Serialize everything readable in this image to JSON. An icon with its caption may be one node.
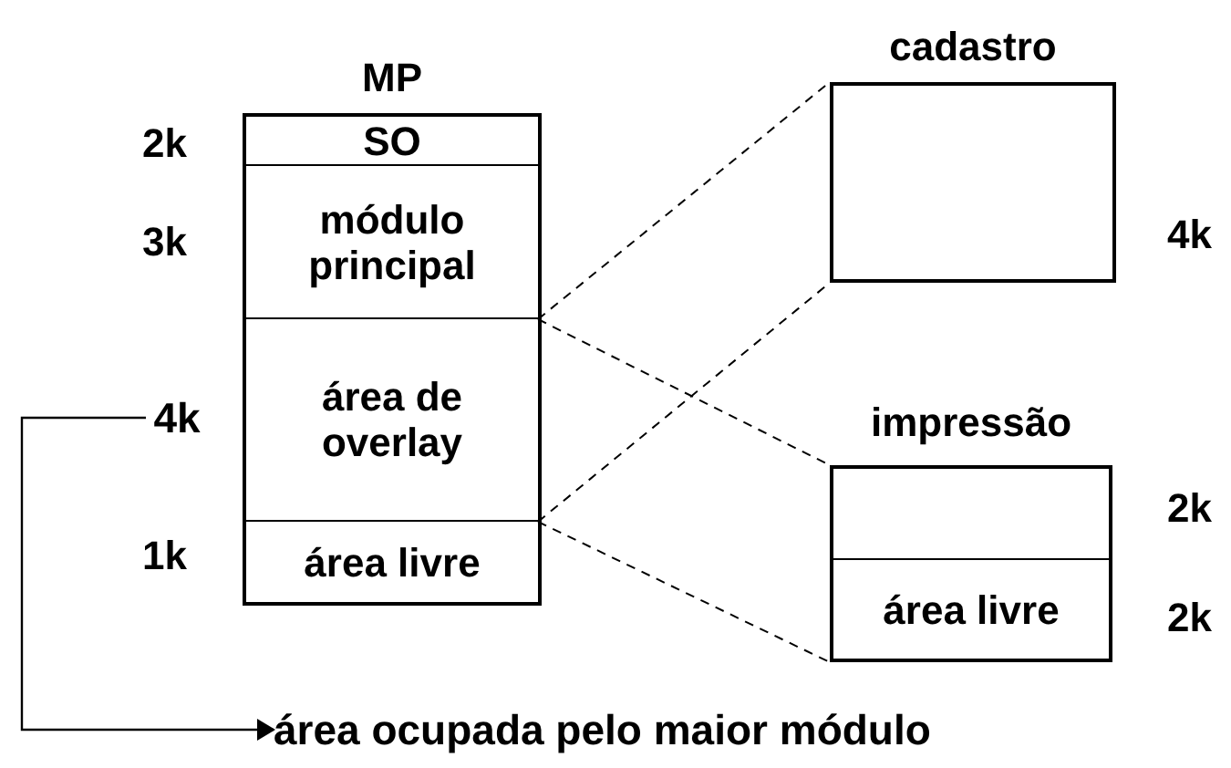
{
  "diagram": {
    "nodes": [
      {
        "text": [
          "MP"
        ]
      },
      {
        "text": [
          "SO"
        ],
        "in": 0
      },
      {
        "text": [
          "módulo principal"
        ],
        "in": 0
      },
      {
        "text": [
          "área de overlay"
        ],
        "in": 0
      },
      {
        "text": [
          "área livre"
        ],
        "in": 0
      },
      {
        "text": [
          "cadastro"
        ]
      },
      {
        "text": [
          "impressão"
        ]
      },
      {
        "text": [],
        "shape": "box",
        "in": 6
      },
      {
        "text": [
          "área livre"
        ],
        "in": 6
      },
      {
        "text": [
          "4k"
        ]
      },
      {
        "text": [
          "área ocupada pelo maior módulo"
        ]
      }
    ],
    "edges": [
      {
        "from": 3,
        "to": 5,
        "arrow": "none",
        "style": "dashed"
      },
      {
        "from": 3,
        "to": 5,
        "arrow": "none",
        "style": "dashed"
      },
      {
        "from": 3,
        "to": 6,
        "arrow": "none",
        "style": "dashed"
      },
      {
        "from": 3,
        "to": 6,
        "arrow": "none",
        "style": "dashed"
      },
      {
        "from": 9,
        "to": 10,
        "arrow": "to"
      }
    ],
    "labels": [
      "2k",
      "3k",
      "4k",
      "1k",
      "2k",
      "2k"
    ]
  }
}
